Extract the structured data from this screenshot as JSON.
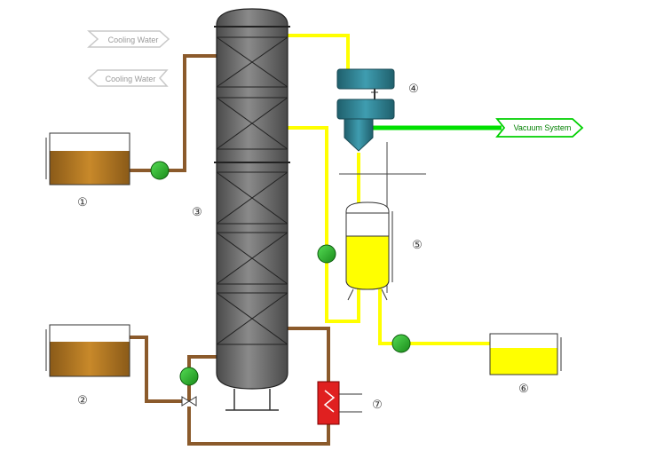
{
  "labels": {
    "tank1": "①",
    "tank2": "②",
    "column": "③",
    "condenser": "④",
    "receiver": "⑤",
    "product_tank": "⑥",
    "reboiler": "⑦"
  },
  "arrows": {
    "cooling_water_in": "Cooling Water",
    "cooling_water_out": "Cooling Water",
    "vacuum": "Vacuum System"
  },
  "colors": {
    "feed_pipe": "#8B5A2B",
    "distillate_pipe": "#FFFF00",
    "vacuum_pipe": "#00E000",
    "pump": "#22AA22",
    "column": "#6E6E6E",
    "condenser": "#2E7D8C",
    "reboiler": "#E02020",
    "brown_liquid": "#B8781E",
    "yellow_liquid": "#FFFF00"
  }
}
